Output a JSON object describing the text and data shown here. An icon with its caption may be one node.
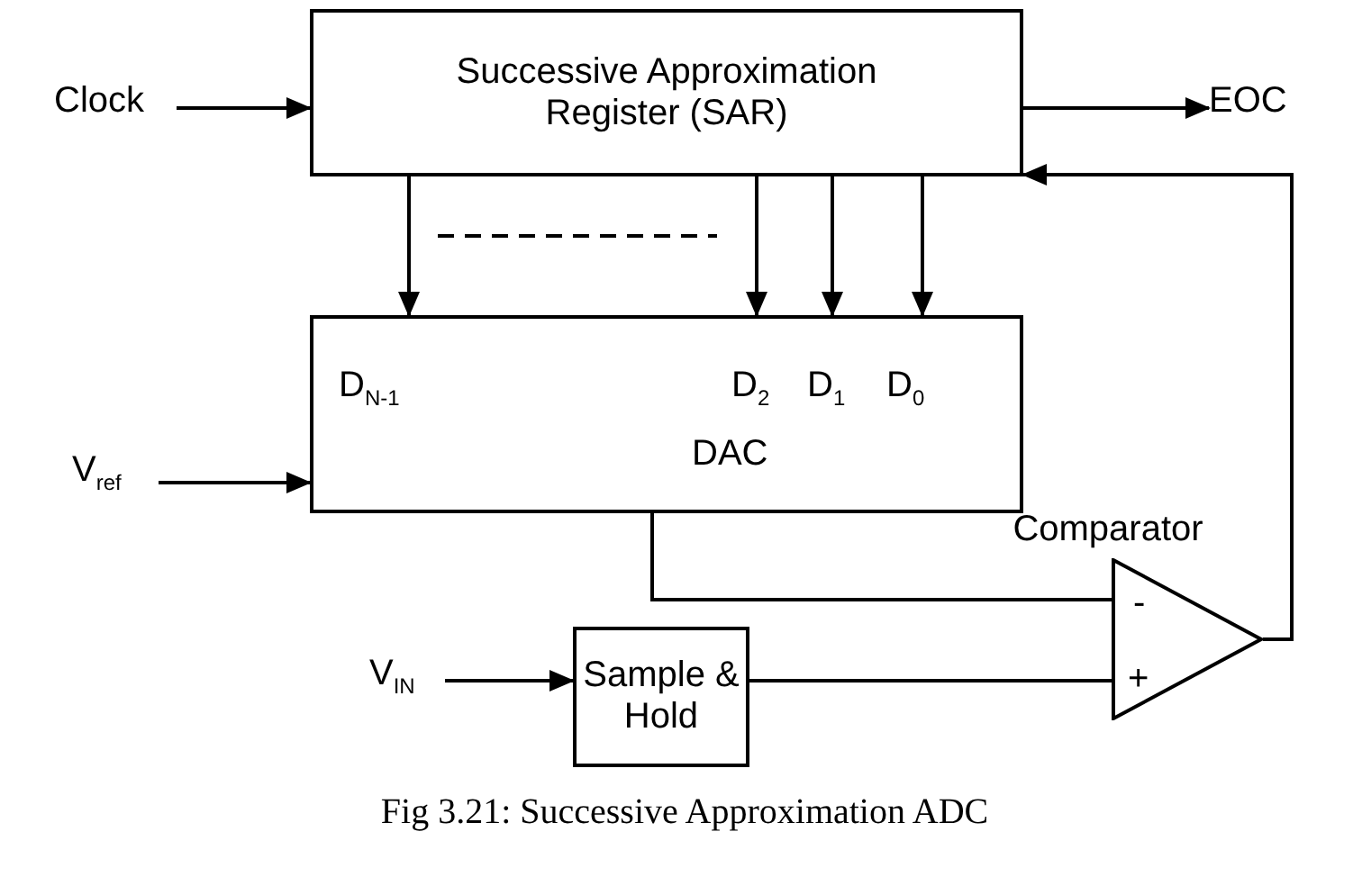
{
  "diagram": {
    "caption": "Fig 3.21: Successive Approximation ADC",
    "nodes": [
      {
        "text": [
          "Clock"
        ]
      },
      {
        "text": [
          "Successive Approximation Register (SAR)"
        ]
      },
      {
        "text": [
          "EOC"
        ]
      },
      {
        "text": [
          "V$_{ref}$"
        ]
      },
      {
        "text": [
          "D$_{N-1}$",
          "D$_{2}$",
          "D$_{1}$",
          "D$_{0}$",
          "DAC"
        ]
      },
      {
        "text": [
          "-",
          "+"
        ],
        "beside": [
          "Comparator"
        ]
      },
      {
        "text": [
          "V$_{IN}$"
        ]
      },
      {
        "text": [
          "Sample & Hold"
        ]
      }
    ],
    "edges": [
      {
        "from": 0,
        "to": 1,
        "arrow": "to"
      },
      {
        "from": 1,
        "to": 2,
        "arrow": "to"
      },
      {
        "from": 1,
        "to": 4,
        "arrow": "to"
      },
      {
        "from": 1,
        "to": 4,
        "arrow": "to"
      },
      {
        "from": 1,
        "to": 4,
        "arrow": "to"
      },
      {
        "from": 1,
        "to": 4,
        "arrow": "to"
      },
      {
        "from": 3,
        "to": 4,
        "arrow": "to"
      },
      {
        "from": 4,
        "to": 5,
        "arrow": "none"
      },
      {
        "from": 6,
        "to": 7,
        "arrow": "to"
      },
      {
        "from": 7,
        "to": 5,
        "arrow": "none"
      },
      {
        "from": 5,
        "to": 1,
        "arrow": "to"
      }
    ]
  }
}
